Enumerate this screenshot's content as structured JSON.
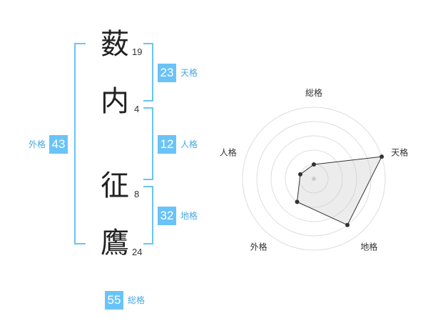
{
  "name_chars": [
    {
      "char": "薮",
      "strokes": "19"
    },
    {
      "char": "内",
      "strokes": "4"
    },
    {
      "char": "征",
      "strokes": "8"
    },
    {
      "char": "鷹",
      "strokes": "24"
    }
  ],
  "fortunes": {
    "tenkaku": {
      "label": "天格",
      "value": "23"
    },
    "jinkaku": {
      "label": "人格",
      "value": "12"
    },
    "chikaku": {
      "label": "地格",
      "value": "32"
    },
    "gaikaku": {
      "label": "外格",
      "value": "43"
    },
    "soukaku": {
      "label": "総格",
      "value": "55"
    }
  },
  "colors": {
    "accent": "#6ac3f7",
    "label": "#4aa8e0"
  },
  "chart_data": {
    "type": "radar",
    "axes": [
      "総格",
      "天格",
      "地格",
      "外格",
      "人格"
    ],
    "values": [
      1,
      5,
      4,
      2,
      1
    ],
    "rlim": [
      0,
      5
    ],
    "grid": true
  }
}
